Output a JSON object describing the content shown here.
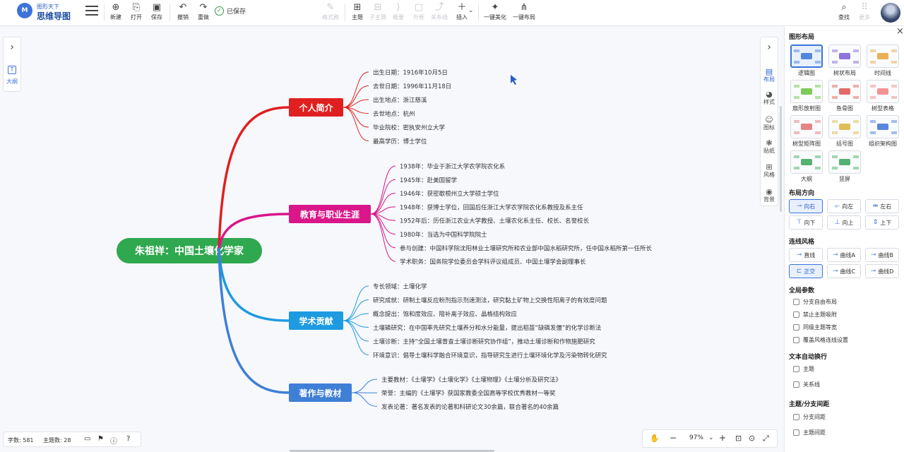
{
  "app": {
    "logo_mark": "M",
    "logo_sub": "图形天下",
    "logo_main": "思维导图",
    "brand_color": "#3b73d8"
  },
  "toolbar": {
    "new": "新建",
    "open": "打开",
    "save": "保存",
    "undo": "撤销",
    "redo": "重做",
    "saved_status": "已保存",
    "format_brush": "格式刷",
    "topic": "主题",
    "subtopic": "子主题",
    "summary": "概要",
    "border": "外框",
    "relation": "关系线",
    "insert": "插入",
    "beautify": "一键美化",
    "auto_layout": "一键布局",
    "find": "查找",
    "more": "更多"
  },
  "left_panel": {
    "outline_label": "大纲"
  },
  "right_tools": [
    {
      "label": "布局",
      "icon": "layout-icon",
      "active": true
    },
    {
      "label": "样式",
      "icon": "palette-icon"
    },
    {
      "label": "图标",
      "icon": "emoji-icon"
    },
    {
      "label": "贴纸",
      "icon": "sticker-icon"
    },
    {
      "label": "风格",
      "icon": "style-grid-icon"
    },
    {
      "label": "背景",
      "icon": "background-icon"
    }
  ],
  "side_panel": {
    "layout_title": "图形布局",
    "layouts": [
      "逻辑图",
      "树状布局",
      "时间线",
      "扇形放射图",
      "鱼骨图",
      "树型表格",
      "树型矩阵图",
      "括号图",
      "组织架构图",
      "大纲",
      "竖屏"
    ],
    "direction_title": "布局方向",
    "directions": [
      "向右",
      "向左",
      "左右",
      "向下",
      "向上",
      "上下"
    ],
    "line_title": "连线风格",
    "lines": [
      "直线",
      "曲线A",
      "曲线B",
      "正交",
      "曲线C",
      "曲线D"
    ],
    "global_title": "全局参数",
    "global_opts": [
      "分支自由布局",
      "禁止主题吸附",
      "同级主题等宽",
      "覆盖风格连线设置"
    ],
    "wrap_title": "文本自动换行",
    "wrap_opts": [
      "主题",
      "关系线"
    ],
    "spacing_title": "主题/分支间距",
    "spacing_opts": [
      "分支间距",
      "主题间距"
    ]
  },
  "mindmap": {
    "root": "朱祖祥：中国土壤化学家",
    "root_color": "#2fa84f",
    "branches": [
      {
        "title": "个人简介",
        "color": "#e02020",
        "leaves": [
          "出生日期：1916年10月5日",
          "去世日期：1996年11月18日",
          "出生地点：浙江慈溪",
          "去世地点：杭州",
          "毕业院校：密执安州立大学",
          "最高学历：博士学位"
        ]
      },
      {
        "title": "教育与职业生涯",
        "color": "#d9168a",
        "leaves": [
          "1938年：毕业于浙江大学农学院农化系",
          "1945年：赴美国留学",
          "1946年：获密歇根州立大学硕士学位",
          "1948年：获博士学位，回国后任浙江大学农学院农化系教授及系主任",
          "1952年后：历任浙江农业大学教授、土壤农化系主任、校长、名誉校长",
          "1980年：当选为中国科学院院士",
          "参与创建：中国科学院沈阳林业土壤研究所和农业部中国水稻研究所，任中国水稻所第一任所长",
          "学术职务：国务院学位委员会学科评议组成员、中国土壤学会副理事长"
        ]
      },
      {
        "title": "学术贡献",
        "color": "#1e9be0",
        "leaves": [
          "专长领域：土壤化学",
          "研究成就：研制土壤反应粉剂指示剂速测法，研究黏土矿物上交换性阳离子的有效度问题",
          "概念提出：饱和度效应、陪补离子效应、晶格结构效应",
          "土壤磷研究：在中国率先研究土壤养分和水分能量，提出稻苗“缺磷发僵”的化学诊断法",
          "土壤诊断：主持“全国土壤普查土壤诊断研究协作组”，推动土壤诊断和作物施肥研究",
          "环境意识：倡导土壤科学融合环境意识，指导研究生进行土壤环境化学及污染物转化研究"
        ]
      },
      {
        "title": "著作与教材",
        "color": "#3f7fd6",
        "leaves": [
          "主要教材：《土壤学》《土壤化学》《土壤物理》《土壤分析及研究法》",
          "荣誉：主编的《土壤学》获国家教委全国高等学校优秀教材一等奖",
          "发表论著：著名发表的论著和科研论文30余篇，联合著名的40余篇"
        ]
      }
    ]
  },
  "status": {
    "word_count": "字数: 581",
    "topic_count": "主题数: 28",
    "zoom": "97%"
  }
}
